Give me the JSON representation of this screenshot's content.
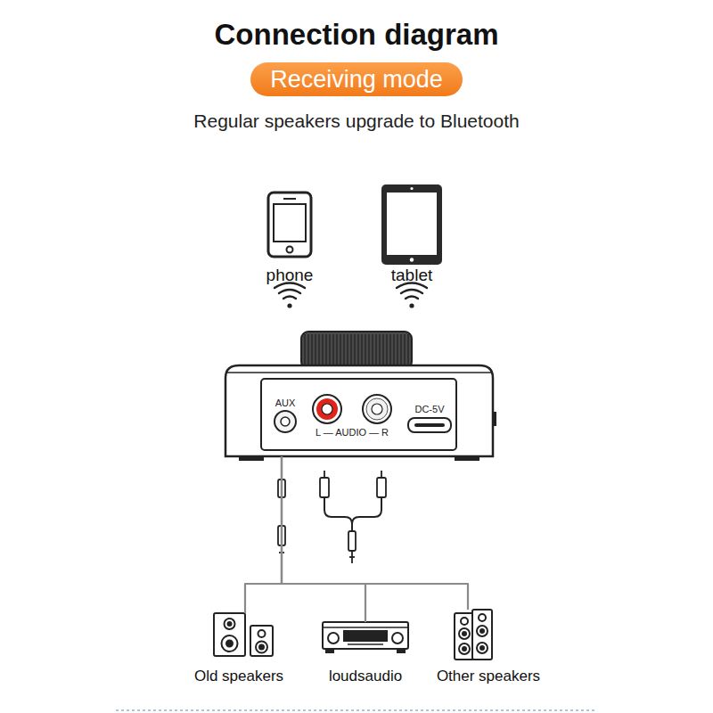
{
  "diagram": {
    "title": "Connection diagram",
    "nodes": [
      {
        "text": [
          "Receiving mode"
        ]
      },
      {
        "text": [
          "phone"
        ]
      },
      {
        "text": [
          "tablet"
        ]
      },
      {
        "text": [
          "AUX",
          "L — AUDIO — R",
          "DC-5V"
        ]
      },
      {
        "text": [
          "Old speakers"
        ]
      },
      {
        "text": [
          "loudsaudio"
        ]
      },
      {
        "text": [
          "Other speakers"
        ]
      }
    ],
    "edges": [
      {
        "from": 3,
        "to": 4,
        "arrow": "none"
      },
      {
        "from": 3,
        "to": 5,
        "arrow": "none"
      },
      {
        "from": 3,
        "to": 6,
        "arrow": "none"
      }
    ],
    "labels": [
      "Regular speakers upgrade to Bluetooth"
    ]
  }
}
